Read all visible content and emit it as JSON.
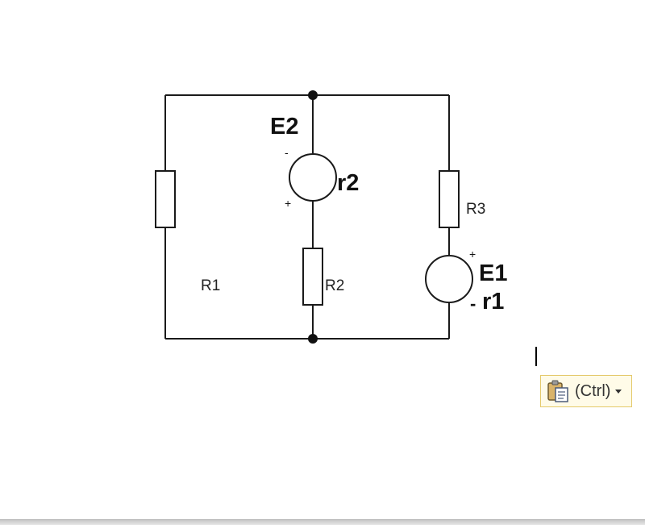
{
  "diagram": {
    "labels": {
      "R1": "R1",
      "R2": "R2",
      "R3": "R3",
      "E1": "E1",
      "E2": "E2",
      "r1": "r1",
      "r2": "r2",
      "E2_top_sign": "-",
      "E2_bottom_sign": "+",
      "E1_top_sign": "+",
      "E1_bottom_sign": "-"
    }
  },
  "paste_button": {
    "label": "(Ctrl)",
    "icon": "clipboard-icon",
    "dropdown_icon": "caret-down-icon"
  },
  "colors": {
    "wire": "#1a1a1a",
    "paste_border": "#e4c96a",
    "paste_background": "#fffbe8"
  }
}
